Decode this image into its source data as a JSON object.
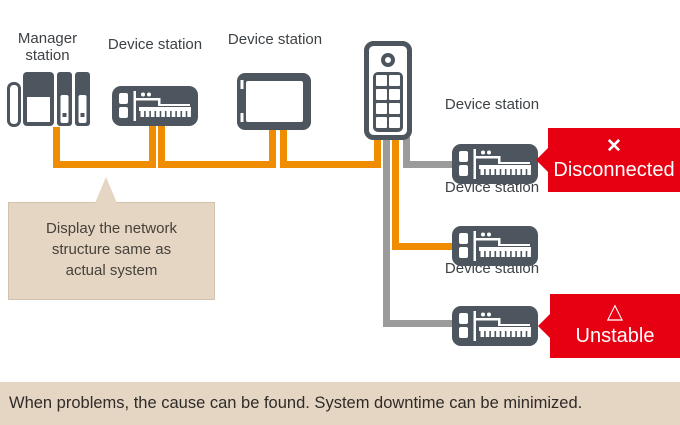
{
  "palette": {
    "red": "#e60012",
    "orange": "#f08c00",
    "gray_line": "#9b9b9b",
    "slate": "#4d565e",
    "beige": "#e5d6c4",
    "label_text": "#3d4246"
  },
  "nodes": {
    "manager": {
      "label": "Manager station"
    },
    "device1": {
      "label": "Device station"
    },
    "device2": {
      "label": "Device station"
    },
    "hub": {
      "name": "switching-hub"
    },
    "right_devices": [
      {
        "label": "Device station",
        "status": "disconnected",
        "cable": "gray"
      },
      {
        "label": "Device station",
        "status": "ok",
        "cable": "orange"
      },
      {
        "label": "Device station",
        "status": "unstable",
        "cable": "gray"
      }
    ]
  },
  "callout": {
    "text": "Display the network structure same as actual system"
  },
  "badges": {
    "disconnected": {
      "symbol": "✕",
      "label": "Disconnected"
    },
    "unstable": {
      "symbol": "△",
      "label": "Unstable"
    }
  },
  "caption": {
    "text": "When problems, the cause can be found. System downtime can be minimized."
  }
}
